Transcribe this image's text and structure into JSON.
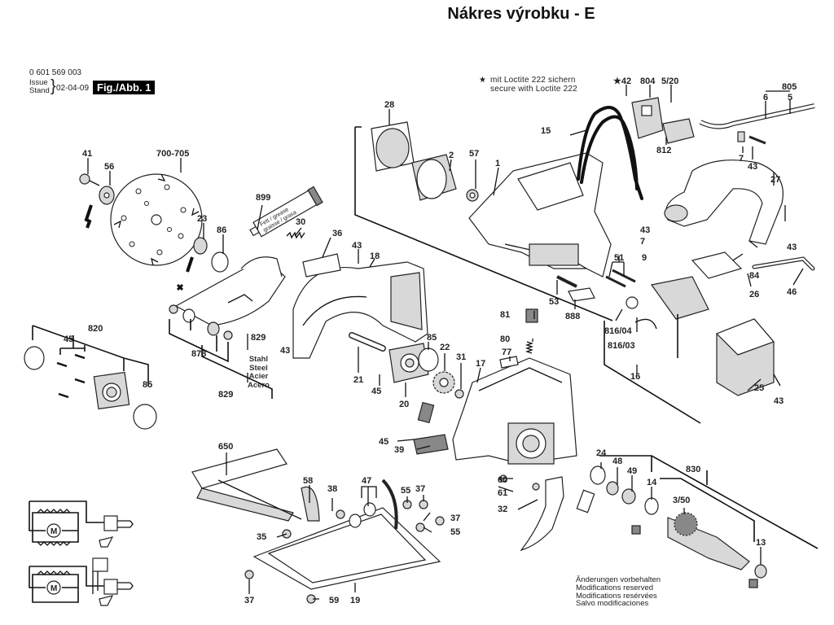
{
  "header": {
    "title": "Nákres výrobku - E",
    "document_number": "0 601 569 003",
    "issue_label": "Issue",
    "stand_label": "Stand",
    "issue_date": "02-04-09",
    "figure_label": "Fig./Abb. 1"
  },
  "notes": {
    "loctite_star": "★",
    "loctite_de": "mit Loctite 222 sichern",
    "loctite_en": "secure with Loctite 222",
    "modifications": [
      "Änderungen vorbehalten",
      "Modifications reserved",
      "Modifications resérvées",
      "Salvo modificaciones"
    ]
  },
  "materials_829": [
    "Stahl",
    "Steel",
    "Acier",
    "Acero"
  ],
  "grease_tube_text": [
    "Fett / grease",
    "graisse / grasa"
  ],
  "part_labels": {
    "p41": "41",
    "p56": "56",
    "p700_705": "700-705",
    "p23": "23",
    "p86": "86",
    "p899": "899",
    "p30": "30",
    "p28": "28",
    "p2": "2",
    "p57": "57",
    "p1": "1",
    "p15": "15",
    "p42": "★42",
    "p804": "804",
    "p5_20": "5/20",
    "p805": "805",
    "p6": "6",
    "p5": "5",
    "p812": "812",
    "p7a": "7",
    "p43a": "43",
    "p27": "27",
    "p43b": "43",
    "p7b": "7",
    "p43c": "43",
    "p9": "9",
    "p51": "51",
    "p84": "84",
    "p26": "26",
    "p46": "46",
    "p36": "36",
    "p43d": "43",
    "p18": "18",
    "p820": "820",
    "p45a": "45",
    "p85a": "85",
    "p829a": "829",
    "p878": "878",
    "p829b": "829",
    "p43e": "43",
    "p53": "53",
    "p888": "888",
    "p81": "81",
    "p816_04": "816/04",
    "p816_03": "816/03",
    "p16": "16",
    "p80": "80",
    "p77": "77",
    "p85b": "85",
    "p22": "22",
    "p31": "31",
    "p17": "17",
    "p21": "21",
    "p45b": "45",
    "p20": "20",
    "p25": "25",
    "p43f": "43",
    "p45c": "45",
    "p39": "39",
    "p650": "650",
    "p24": "24",
    "p48": "48",
    "p49": "49",
    "p14": "14",
    "p830": "830",
    "p3_50": "3/50",
    "p13": "13",
    "p60": "60",
    "p61": "61",
    "p32": "32",
    "p58": "58",
    "p38": "38",
    "p47": "47",
    "p55a": "55",
    "p37a": "37",
    "p37b": "37",
    "p55b": "55",
    "p35": "35",
    "p37c": "37",
    "p59": "59",
    "p19": "19"
  },
  "wiring_diagrams": [
    {
      "motor_label": "M",
      "variant": "basic"
    },
    {
      "motor_label": "M",
      "variant": "with-electronics"
    }
  ]
}
